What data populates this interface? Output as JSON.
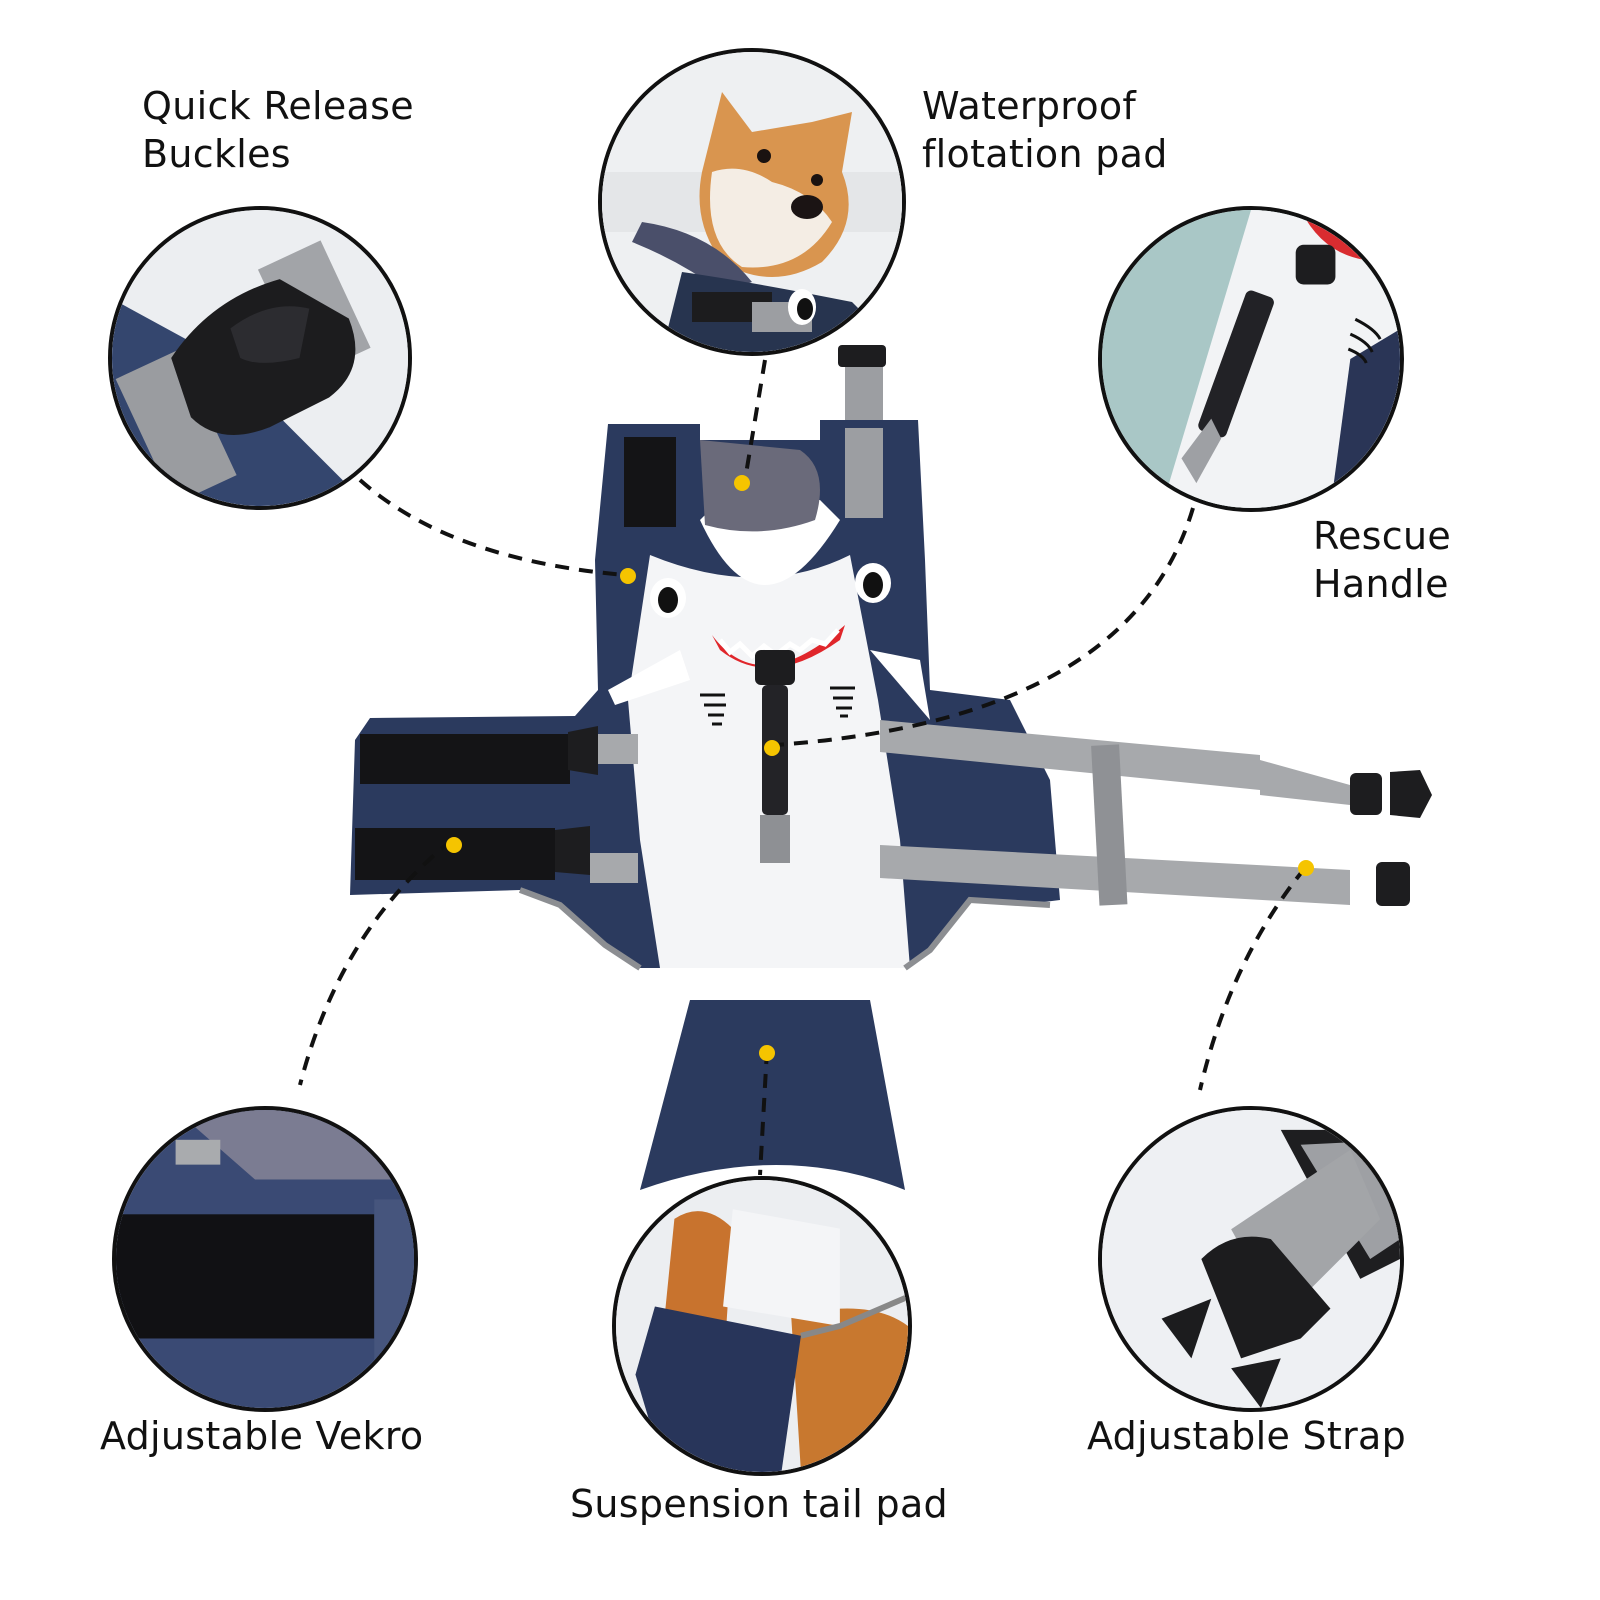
{
  "image": {
    "subject": "shark-themed dog life jacket infographic",
    "background": "#ffffff"
  },
  "colors": {
    "vest_navy": "#2b3a5e",
    "vest_white": "#f4f5f7",
    "strap_gray": "#a7a9ac",
    "buckle_black": "#1b1b1d",
    "velcro_black": "#141416",
    "pad_gray": "#6a6a7a",
    "mouth_red": "#e0262b",
    "callout_dot": "#f5c400",
    "line_dark": "#111111",
    "circle_border": "#111111"
  },
  "callouts": [
    {
      "id": "quick-release-buckles",
      "label_lines": [
        "Quick Release",
        "Buckles"
      ],
      "circle_detail": "black side-release buckle on gray strap over navy fabric"
    },
    {
      "id": "waterproof-flotation-pad",
      "label_lines": [
        "Waterproof",
        "flotation pad"
      ],
      "circle_detail": "shiba inu dog wearing vest with flotation collar pad"
    },
    {
      "id": "rescue-handle",
      "label_lines": [
        "Rescue",
        "Handle"
      ],
      "circle_detail": "black ribbed top grab handle on white shark belly"
    },
    {
      "id": "adjustable-vekro",
      "label_lines": [
        "Adjustable Vekro"
      ],
      "circle_detail": "black hook-and-loop strip on navy fabric"
    },
    {
      "id": "suspension-tail-pad",
      "label_lines": [
        "Suspension tail pad"
      ],
      "circle_detail": "navy tail flap supporting dog tail"
    },
    {
      "id": "adjustable-strap",
      "label_lines": [
        "Adjustable Strap"
      ],
      "circle_detail": "gray webbing strap with slider and buckle"
    }
  ]
}
